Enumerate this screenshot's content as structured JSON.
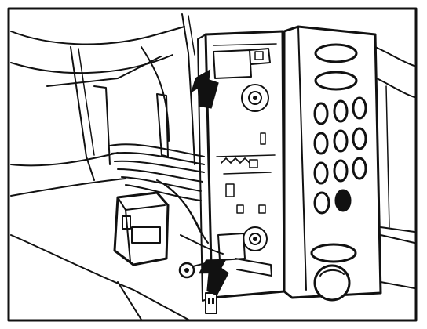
{
  "figure": {
    "subject": "line-drawing",
    "colors": {
      "ink": "#111111",
      "paper": "#ffffff"
    },
    "callouts": [
      {
        "icon": "arrow-icon",
        "points_to": "upper-release-clip"
      },
      {
        "icon": "arrow-icon",
        "points_to": "lower-release-clip"
      }
    ]
  }
}
